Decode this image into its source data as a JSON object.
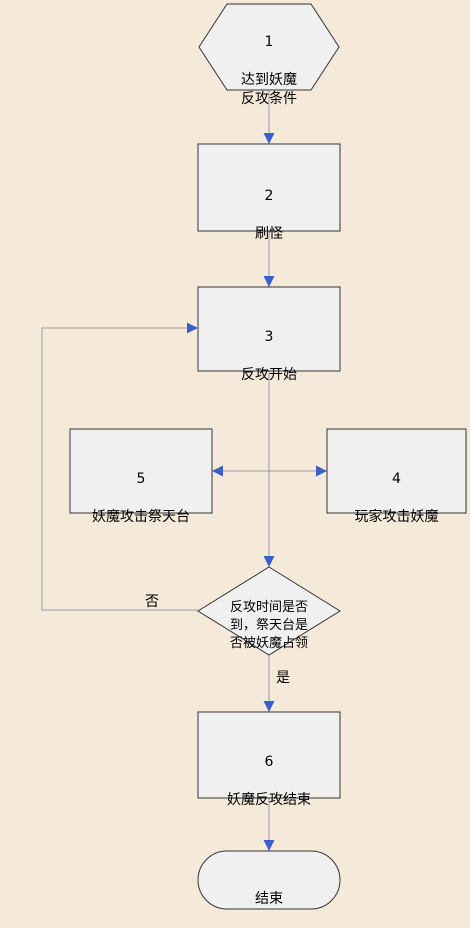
{
  "diagram": {
    "nodes": [
      {
        "id": "n1",
        "shape": "hexagon",
        "number": "1",
        "text": "达到妖魔\n反攻条件"
      },
      {
        "id": "n2",
        "shape": "rect",
        "number": "2",
        "text": "刷怪"
      },
      {
        "id": "n3",
        "shape": "rect",
        "number": "3",
        "text": "反攻开始"
      },
      {
        "id": "n5",
        "shape": "rect",
        "number": "5",
        "text": "妖魔攻击祭天台"
      },
      {
        "id": "n4",
        "shape": "rect",
        "number": "4",
        "text": "玩家攻击妖魔"
      },
      {
        "id": "d",
        "shape": "diamond",
        "number": "",
        "text": "反攻时间是否\n到，祭天台是\n否被妖魔占领"
      },
      {
        "id": "n6",
        "shape": "rect",
        "number": "6",
        "text": "妖魔反攻结束"
      },
      {
        "id": "end",
        "shape": "terminator",
        "number": "",
        "text": "结束"
      }
    ],
    "edge_labels": {
      "no": "否",
      "yes": "是"
    },
    "colors": {
      "background": "#f5e9da",
      "node_fill": "#f0f0f0",
      "node_stroke": "#333333",
      "line": "#9a9aa6",
      "arrow": "#3a5fcd"
    }
  }
}
